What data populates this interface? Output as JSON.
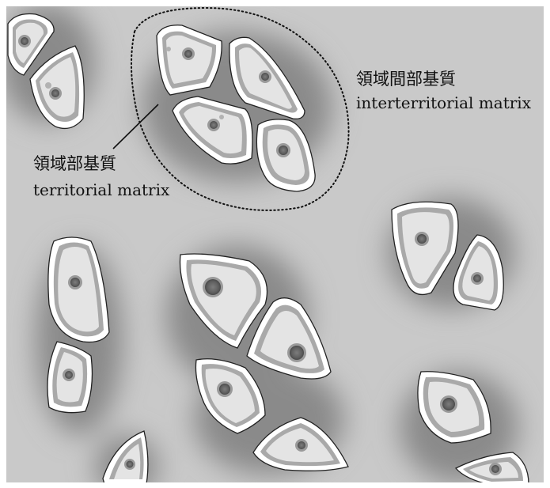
{
  "labels": {
    "interterritorial": {
      "jp": "領域間部基質",
      "en": "interterritorial matrix"
    },
    "territorial": {
      "jp": "領域部基質",
      "en": "territorial matrix"
    }
  }
}
